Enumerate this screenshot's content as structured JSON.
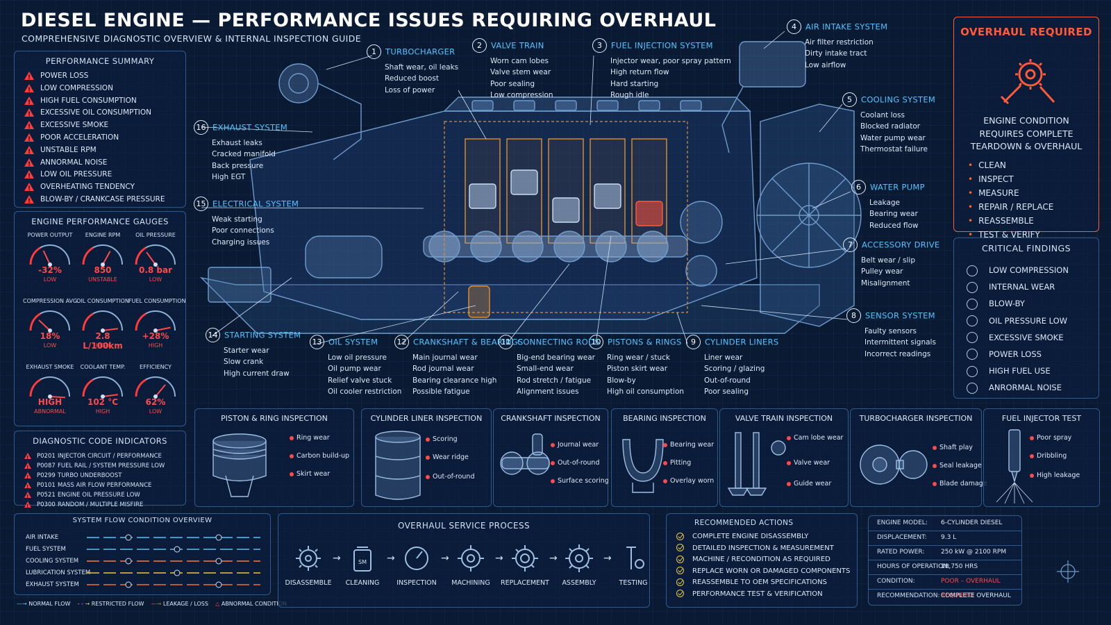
{
  "header": {
    "title": "DIESEL ENGINE — PERFORMANCE ISSUES REQUIRING OVERHAUL",
    "subtitle": "COMPREHENSIVE DIAGNOSTIC OVERVIEW & INTERNAL INSPECTION GUIDE"
  },
  "performance_summary": {
    "title": "PERFORMANCE SUMMARY",
    "items": [
      "POWER LOSS",
      "LOW COMPRESSION",
      "HIGH FUEL CONSUMPTION",
      "EXCESSIVE OIL CONSUMPTION",
      "EXCESSIVE SMOKE",
      "POOR ACCELERATION",
      "UNSTABLE RPM",
      "ANNORMAL NOISE",
      "LOW OIL PRESSURE",
      "OVERHEATING TENDENCY",
      "BLOW-BY / CRANKCASE PRESSURE"
    ],
    "alert_color": "#ff3b3b"
  },
  "gauges": {
    "title": "ENGINE PERFORMANCE GAUGES",
    "items": [
      {
        "label": "POWER OUTPUT",
        "value": "-32%",
        "status": "LOW",
        "level": 0.3
      },
      {
        "label": "ENGINE RPM",
        "value": "850",
        "status": "UNSTABLE",
        "level": 0.55
      },
      {
        "label": "OIL PRESSURE",
        "value": "0.8 bar",
        "status": "LOW",
        "level": 0.25
      },
      {
        "label": "COMPRESSION AVG.",
        "value": "18%",
        "status": "LOW",
        "level": 0.2
      },
      {
        "label": "OIL CONSUMPTION",
        "value": "2.8 L/100km",
        "status": "HIGH",
        "level": 0.8
      },
      {
        "label": "FUEL CONSUMPTION",
        "value": "+28%",
        "status": "HIGH",
        "level": 0.78
      },
      {
        "label": "EXHAUST SMOKE",
        "value": "HIGH",
        "status": "ABNORMAL",
        "level": 0.85
      },
      {
        "label": "COOLANT TEMP.",
        "value": "102 °C",
        "status": "HIGH",
        "level": 0.8
      },
      {
        "label": "EFFICIENCY",
        "value": "62%",
        "status": "LOW",
        "level": 0.6
      }
    ]
  },
  "diagnostic_codes": {
    "title": "DIAGNOSTIC CODE INDICATORS",
    "items": [
      {
        "code": "P0201",
        "desc": "INJECTOR CIRCUIT / PERFORMANCE"
      },
      {
        "code": "P0087",
        "desc": "FUEL RAIL / SYSTEM PRESSURE LOW"
      },
      {
        "code": "P0299",
        "desc": "TURBO UNDERBOOST"
      },
      {
        "code": "P0101",
        "desc": "MASS AIR FLOW PERFORMANCE"
      },
      {
        "code": "P0521",
        "desc": "ENGINE OIL PRESSURE LOW"
      },
      {
        "code": "P0300",
        "desc": "RANDOM / MULTIPLE MISFIRE"
      }
    ]
  },
  "callouts": [
    {
      "num": "1",
      "title": "TURBOCHARGER",
      "items": [
        "Shaft wear, oil leaks",
        "Reduced boost",
        "Loss of power"
      ]
    },
    {
      "num": "2",
      "title": "VALVE TRAIN",
      "items": [
        "Worn cam lobes",
        "Valve stem wear",
        "Poor sealing",
        "Low compression"
      ]
    },
    {
      "num": "3",
      "title": "FUEL INJECTION SYSTEM",
      "items": [
        "Injector wear, poor spray pattern",
        "High return flow",
        "Hard starting",
        "Rough idle"
      ]
    },
    {
      "num": "4",
      "title": "AIR INTAKE SYSTEM",
      "items": [
        "Air filter restriction",
        "Dirty intake tract",
        "Low airflow"
      ]
    },
    {
      "num": "5",
      "title": "COOLING SYSTEM",
      "items": [
        "Coolant loss",
        "Blocked radiator",
        "Water pump wear",
        "Thermostat failure"
      ]
    },
    {
      "num": "6",
      "title": "WATER PUMP",
      "items": [
        "Leakage",
        "Bearing wear",
        "Reduced flow"
      ]
    },
    {
      "num": "7",
      "title": "ACCESSORY DRIVE",
      "items": [
        "Belt wear / slip",
        "Pulley wear",
        "Misalignment"
      ]
    },
    {
      "num": "8",
      "title": "SENSOR SYSTEM",
      "items": [
        "Faulty sensors",
        "Intermittent signals",
        "Incorrect readings"
      ]
    },
    {
      "num": "9",
      "title": "CYLINDER LINERS",
      "items": [
        "Liner wear",
        "Scoring / glazing",
        "Out-of-round",
        "Poor sealing"
      ]
    },
    {
      "num": "10",
      "title": "PISTONS & RINGS",
      "items": [
        "Ring wear / stuck",
        "Piston skirt wear",
        "Blow-by",
        "High oil consumption"
      ]
    },
    {
      "num": "11",
      "title": "CONNECTING RODS",
      "items": [
        "Big-end bearing wear",
        "Small-end wear",
        "Rod stretch / fatigue",
        "Alignment issues"
      ]
    },
    {
      "num": "12",
      "title": "CRANKSHAFT & BEARINGS",
      "items": [
        "Main journal wear",
        "Rod journal wear",
        "Bearing clearance high",
        "Possible fatigue"
      ]
    },
    {
      "num": "13",
      "title": "OIL SYSTEM",
      "items": [
        "Low oil pressure",
        "Oil pump wear",
        "Relief valve stuck",
        "Oil cooler restriction"
      ]
    },
    {
      "num": "14",
      "title": "STARTING SYSTEM",
      "items": [
        "Starter wear",
        "Slow crank",
        "High current draw"
      ]
    },
    {
      "num": "15",
      "title": "ELECTRICAL SYSTEM",
      "items": [
        "Weak starting",
        "Poor connections",
        "Charging issues"
      ]
    },
    {
      "num": "16",
      "title": "EXHAUST SYSTEM",
      "items": [
        "Exhaust leaks",
        "Cracked manifold",
        "Back pressure",
        "High EGT"
      ]
    }
  ],
  "overhaul": {
    "title": "OVERHAUL REQUIRED",
    "text": [
      "ENGINE CONDITION",
      "REQUIRES COMPLETE",
      "TEARDOWN & OVERHAUL"
    ],
    "steps": [
      "CLEAN",
      "INSPECT",
      "MEASURE",
      "REPAIR / REPLACE",
      "REASSEMBLE",
      "TEST & VERIFY"
    ]
  },
  "critical_findings": {
    "title": "CRITICAL FINDINGS",
    "items": [
      "LOW COMPRESSION",
      "INTERNAL WEAR",
      "BLOW-BY",
      "OIL PRESSURE LOW",
      "EXCESSIVE SMOKE",
      "POWER LOSS",
      "HIGH FUEL USE",
      "ANRORMAL NOISE"
    ]
  },
  "inspections": [
    {
      "title": "PISTON & RING INSPECTION",
      "labels": [
        "Ring wear",
        "Carbon build-up",
        "Skirt wear"
      ]
    },
    {
      "title": "CYLINDER LINER INSPECTION",
      "labels": [
        "Scoring",
        "Wear ridge",
        "Out-of-round"
      ]
    },
    {
      "title": "CRANKSHAFT INSPECTION",
      "labels": [
        "Journal wear",
        "Out-of-round",
        "Surface scoring"
      ]
    },
    {
      "title": "BEARING INSPECTION",
      "labels": [
        "Bearing wear",
        "Pitting",
        "Overlay worn"
      ]
    },
    {
      "title": "VALVE TRAIN INSPECTION",
      "labels": [
        "Cam lobe wear",
        "Valve wear",
        "Guide wear"
      ]
    },
    {
      "title": "TURBOCHARGER INSPECTION",
      "labels": [
        "Shaft play",
        "Seal leakage",
        "Blade damage"
      ]
    },
    {
      "title": "FUEL INJECTOR TEST",
      "labels": [
        "Poor spray",
        "Dribbling",
        "High leakage"
      ]
    }
  ],
  "system_flow": {
    "title": "SYSTEM FLOW CONDITION OVERVIEW",
    "rows": [
      {
        "label": "AIR INTAKE",
        "color": "#4fc3ff"
      },
      {
        "label": "FUEL SYSTEM",
        "color": "#4fc3ff"
      },
      {
        "label": "COOLING SYSTEM",
        "color": "#ff7a3a"
      },
      {
        "label": "LUBRICATION SYSTEM",
        "color": "#e6c94a"
      },
      {
        "label": "EXHAUST SYSTEM",
        "color": "#ff6a2a"
      }
    ],
    "legend": [
      "NORMAL FLOW",
      "RESTRICTED FLOW",
      "LEAKAGE / LOSS",
      "ABNORMAL CONDITION"
    ]
  },
  "process": {
    "title": "OVERHAUL SERVICE PROCESS",
    "steps": [
      "DISASSEMBLE",
      "CLEANING",
      "INSPECTION",
      "MACHINING",
      "REPLACEMENT",
      "ASSEMBLY",
      "TESTING"
    ],
    "cleaning_badge": "SM"
  },
  "recommended": {
    "title": "RECOMMENDED ACTIONS",
    "items": [
      "COMPLETE ENGINE DISASSEMBLY",
      "DETAILED INSPECTION & MEASUREMENT",
      "MACHINE / RECONDITION AS REQUIRED",
      "REPLACE WORN OR DAMAGED COMPONENTS",
      "REASSEMBLE TO OEM SPECIFICATIONS",
      "PERFORMANCE TEST & VERIFICATION"
    ]
  },
  "specs": {
    "rows": [
      {
        "k": "ENGINE MODEL:",
        "v": "6-CYLINDER DIESEL"
      },
      {
        "k": "DISPLACEMENT:",
        "v": "9.3 L"
      },
      {
        "k": "RATED POWER:",
        "v": "250 kW @ 2100 RPM"
      },
      {
        "k": "HOURS OF OPERATION:",
        "v": "18,750 HRS"
      },
      {
        "k": "CONDITION:",
        "v": "POOR – OVERHAUL REQUIRED"
      },
      {
        "k": "RECOMMENDATION:",
        "v": "COMPLETE OVERHAUL"
      }
    ]
  }
}
